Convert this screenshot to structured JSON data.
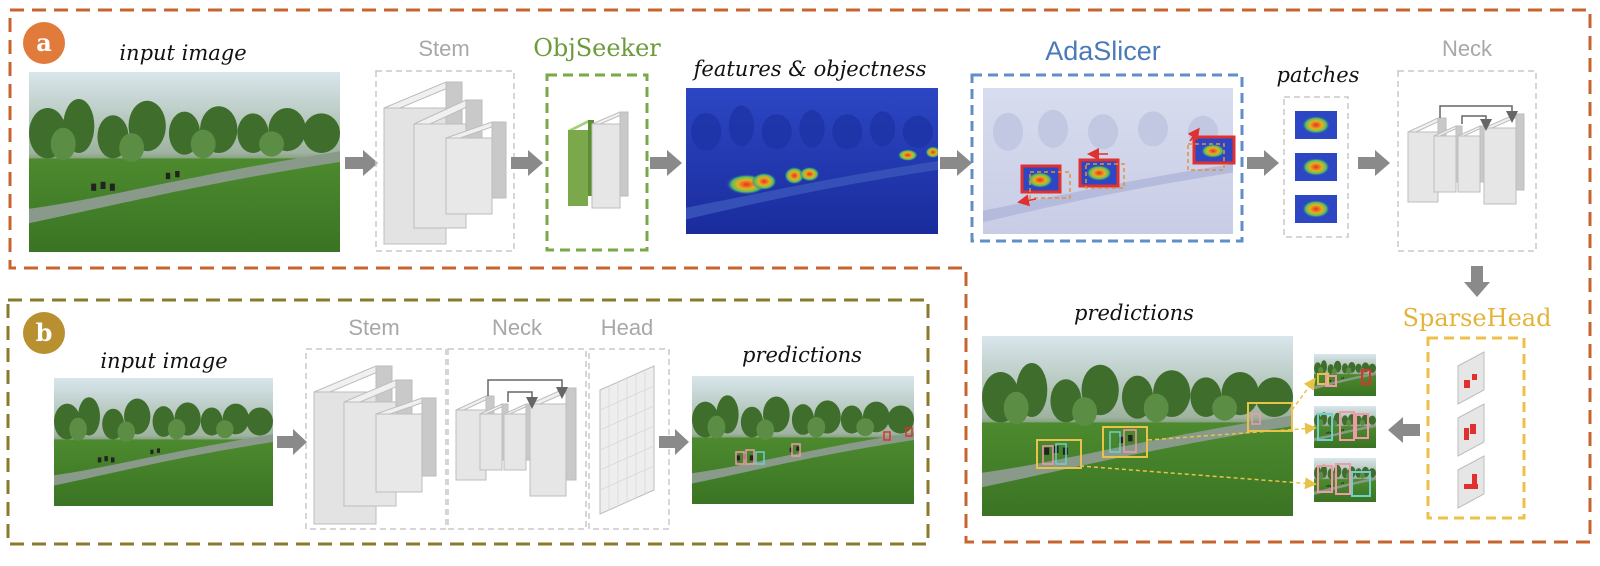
{
  "panel_a": {
    "badge": "a",
    "input_label": "input image",
    "stem_label": "Stem",
    "objseeker_label": "ObjSeeker",
    "features_label": "features & objectness",
    "adaslicer_label": "AdaSlicer",
    "patches_label": "patches",
    "neck_label": "Neck",
    "sparsehead_label": "SparseHead",
    "predictions_label": "predictions"
  },
  "panel_b": {
    "badge": "b",
    "input_label": "input image",
    "stem_label": "Stem",
    "neck_label": "Neck",
    "head_label": "Head",
    "predictions_label": "predictions"
  },
  "colors": {
    "panel_a_border": "#c8652e",
    "panel_b_border": "#8a7a2c",
    "badge_a": "#e07b3c",
    "badge_b": "#b9902f",
    "objseeker": "#7aa84a",
    "adaslicer": "#5f8fc9",
    "sparsehead": "#ecc14a",
    "box_pink": "#ef9aa6",
    "box_cyan": "#6ed0c8",
    "box_yellow": "#e8c24a",
    "box_red": "#e03030"
  }
}
